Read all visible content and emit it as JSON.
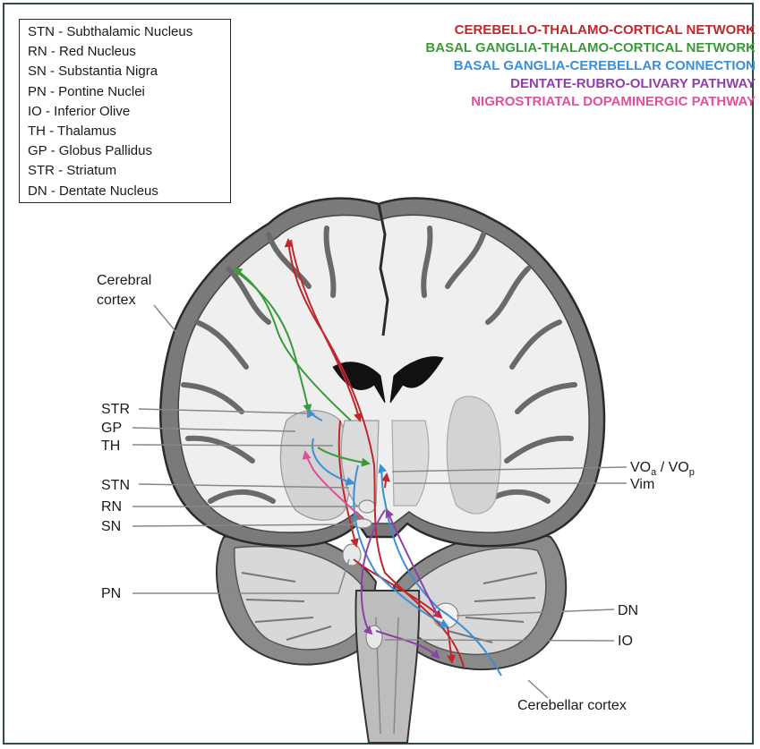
{
  "abbreviations": [
    "STN - Subthalamic Nucleus",
    "RN - Red Nucleus",
    "SN - Substantia Nigra",
    "PN - Pontine Nuclei",
    "IO - Inferior Olive",
    "TH - Thalamus",
    "GP - Globus Pallidus",
    "STR - Striatum",
    "DN - Dentate Nucleus"
  ],
  "legend": [
    {
      "label": "CEREBELLO-THALAMO-CORTICAL NETWORK",
      "color": "#c0272d"
    },
    {
      "label": "BASAL GANGLIA-THALAMO-CORTICAL NETWORK",
      "color": "#3a9a3a"
    },
    {
      "label": "BASAL GANGLIA-CEREBELLAR CONNECTION",
      "color": "#3b8fd4"
    },
    {
      "label": "DENTATE-RUBRO-OLIVARY PATHWAY",
      "color": "#8e3fa8"
    },
    {
      "label": "NIGROSTRIATAL DOPAMINERGIC PATHWAY",
      "color": "#e0509a"
    }
  ],
  "labels": {
    "cerebral_cortex_1": "Cerebral",
    "cerebral_cortex_2": "cortex",
    "str": "STR",
    "gp": "GP",
    "th": "TH",
    "stn": "STN",
    "rn": "RN",
    "sn": "SN",
    "pn": "PN",
    "vo_base_a": "VO",
    "vo_sub_a": "a",
    "vo_sep": " / VO",
    "vo_sub_p": "p",
    "vim": "Vim",
    "dn": "DN",
    "io": "IO",
    "cerebellar_cortex": "Cerebellar cortex"
  }
}
